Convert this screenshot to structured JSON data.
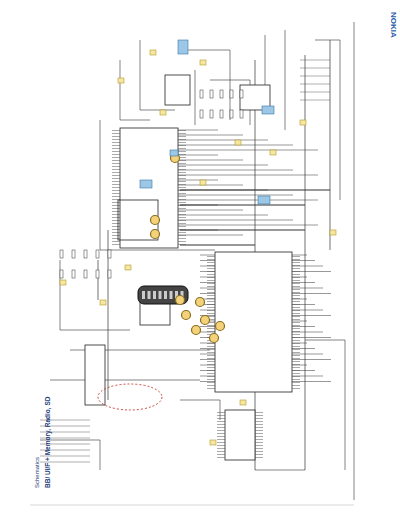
{
  "diagram": {
    "title": "BB/ UI/F + Memory, Radio, SD",
    "labels": [
      "NOKIA",
      "Schematics"
    ]
  }
}
